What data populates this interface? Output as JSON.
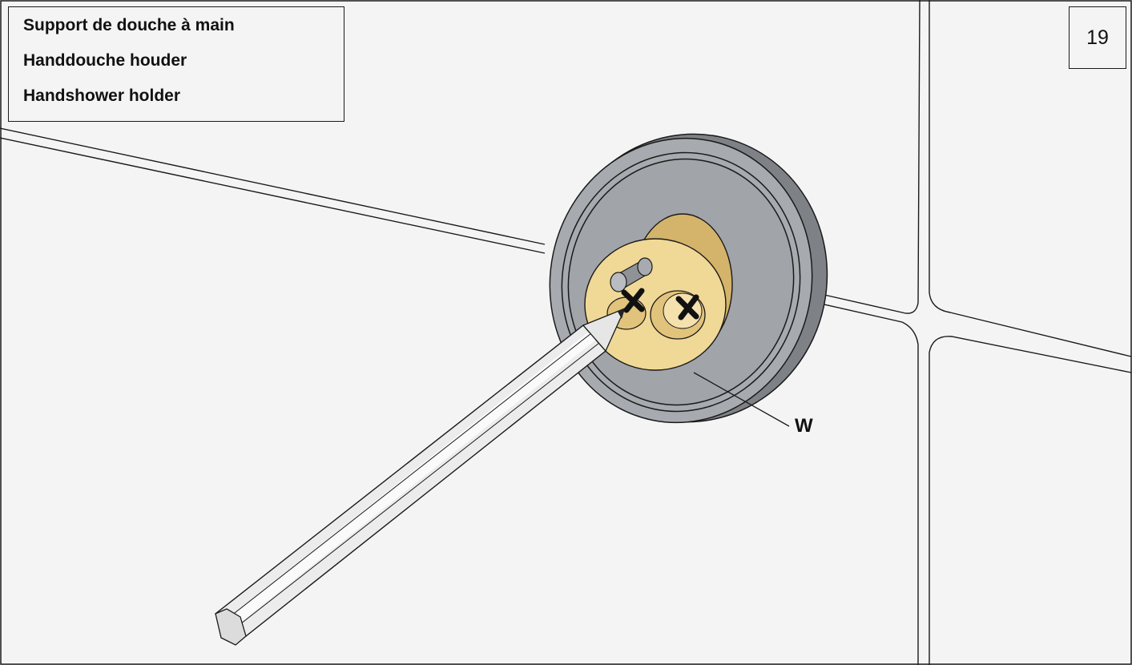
{
  "header": {
    "titles": [
      "Support de douche à main",
      "Handdouche houder",
      "Handshower holder"
    ]
  },
  "page_number": "19",
  "callouts": {
    "w_label": "W"
  },
  "colors": {
    "tile": "#f4f4f4",
    "grout_line": "#1a1a1a",
    "rosette_grey": "#a7aaae",
    "rosette_dark": "#7e8186",
    "brass": "#f0d896",
    "brass_shadow": "#d4b36a",
    "pencil_body": "#ececec",
    "mark": "#111111"
  },
  "icons": {
    "drill_marks": "x-mark-icon",
    "pencil": "pencil-icon",
    "rosette": "wall-rosette-icon"
  }
}
